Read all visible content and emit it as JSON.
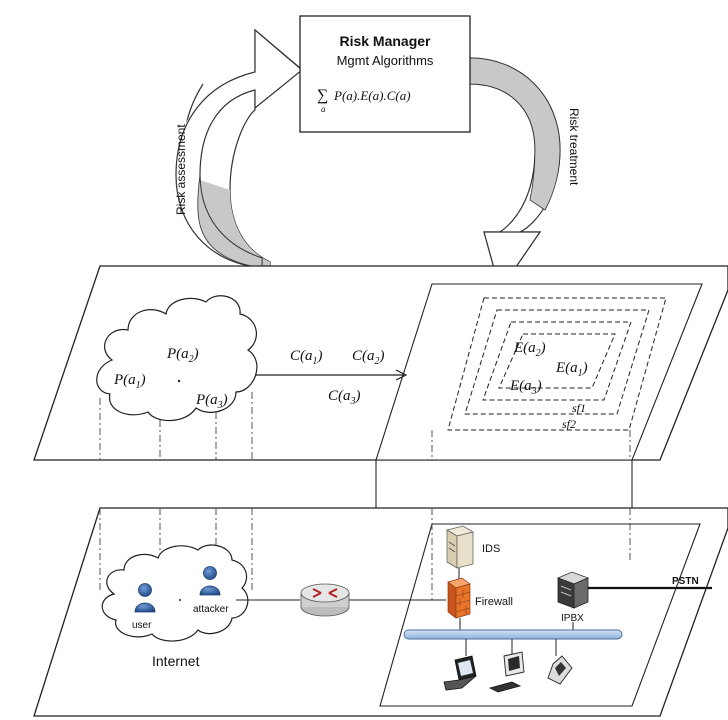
{
  "risk_manager": {
    "title": "Risk Manager",
    "subtitle": "Mgmt Algorithms",
    "formula_sum": "∑",
    "formula_sub": "a",
    "formula_body": "P(a).E(a).C(a)"
  },
  "arrows": {
    "left_label": "Risk assessment",
    "right_label": "Risk treatment"
  },
  "upper_plane": {
    "cloud_terms": [
      {
        "base": "P(a",
        "sub": "1",
        "tail": ")"
      },
      {
        "base": "P(a",
        "sub": "2",
        "tail": ")"
      },
      {
        "base": "P(a",
        "sub": "3",
        "tail": ")"
      }
    ],
    "cost_terms": [
      {
        "base": "C(a",
        "sub": "1",
        "tail": ")"
      },
      {
        "base": "C(a",
        "sub": "2",
        "tail": ")"
      },
      {
        "base": "C(a",
        "sub": "3",
        "tail": ")"
      }
    ],
    "exposure_terms": [
      {
        "base": "E(a",
        "sub": "2",
        "tail": ")"
      },
      {
        "base": "E(a",
        "sub": "1",
        "tail": ")"
      },
      {
        "base": "E(a",
        "sub": "3",
        "tail": ")"
      }
    ],
    "sf1": "sf1",
    "sf2": "sf2"
  },
  "lower_plane": {
    "user": "user",
    "attacker": "attacker",
    "internet": "Internet",
    "ids": "IDS",
    "firewall": "Firewall",
    "ipbx": "IPBX",
    "pstn": "PSTN"
  },
  "colors": {
    "arrow_fill": "#c8c8c8",
    "person": "#2f5f9e",
    "router": "#b22222",
    "firewall": "#e8742a",
    "bus": "#a9c4e8"
  }
}
